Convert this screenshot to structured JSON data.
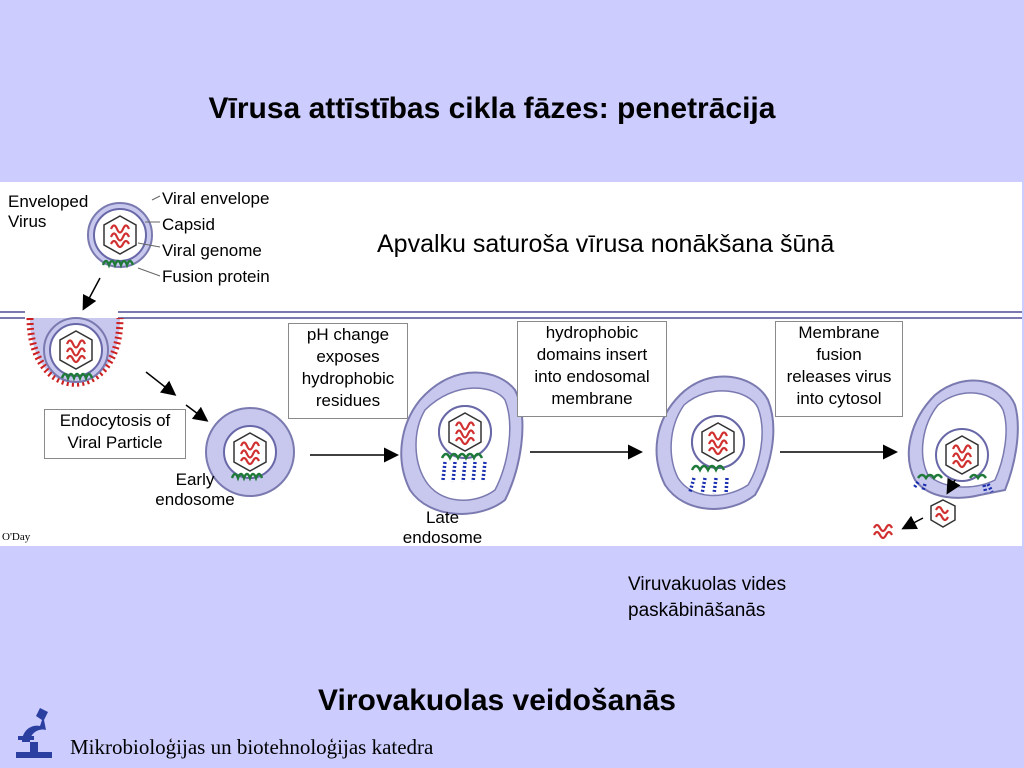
{
  "slide": {
    "title": "Vīrusa attīstības cikla fāzes: penetrācija",
    "bottom_title": "Virovakuolas veidošanās",
    "note_lines": [
      "Viruvakuolas vides",
      "paskābināšanās"
    ],
    "footer": "Mikrobioloģijas un biotehnoloģijas katedra"
  },
  "diagram": {
    "title": "Apvalku saturoša vīrusa nonākšana šūnā",
    "enveloped_virus": [
      "Enveloped",
      "Virus"
    ],
    "parts": [
      "Viral envelope",
      "Capsid",
      "Viral genome",
      "Fusion protein"
    ],
    "endocytosis": [
      "Endocytosis of",
      "Viral Particle"
    ],
    "early_endosome": [
      "Early",
      "endosome"
    ],
    "late_endosome": [
      "Late",
      "endosome"
    ],
    "step1": [
      "pH change",
      "exposes",
      "hydrophobic",
      "residues"
    ],
    "step2": [
      "hydrophobic",
      "domains insert",
      "into endosomal",
      "membrane"
    ],
    "step3": [
      "Membrane",
      "fusion",
      "releases virus",
      "into cytosol"
    ],
    "credit": "O'Day"
  },
  "colors": {
    "background": "#ccccff",
    "membrane": "#c8c8ee",
    "capsid": "#d03030",
    "fusion_protein": "#1f7a3a",
    "hydrophobic": "#1a2fb0"
  }
}
